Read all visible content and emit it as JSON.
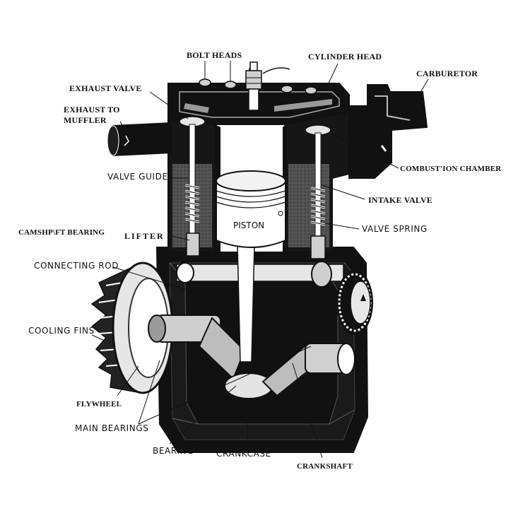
{
  "diagram": {
    "labels": {
      "bolt_heads": "BOLT HEADS",
      "cylinder_head": "CYLINDER HEAD",
      "carburetor": "CARBURETOR",
      "exhaust_valve": "EXHAUST VALVE",
      "exhaust_to_muffler_line1": "EXHAUST TO",
      "exhaust_to_muffler_line2": "MUFFLER",
      "combustion_chamber": "COMBUST'ION CHAMBER",
      "valve_guide": "VALVE GUIDE",
      "intake_valve": "INTAKE VALVE",
      "piston": "PISTON",
      "camshaft_bearing": "CAMSHP\\FT BEARING",
      "lifter": "LIFTER",
      "valve_spring": "VALVE SPRING",
      "connecting_rod": "CONNECTING ROD",
      "cooling_fins": "COOLING FINS",
      "flywheel": "FLYWHEEL",
      "main_bearings": "MAIN BEARINGS",
      "bearing": "BEARING",
      "crankcase": "CRANKCASE",
      "crankshaft": "CRANKSHAFT"
    },
    "colors": {
      "ink": "#111111",
      "paper": "#ffffff",
      "shade": "#8a8a8a",
      "light": "#d6d6d6"
    }
  }
}
